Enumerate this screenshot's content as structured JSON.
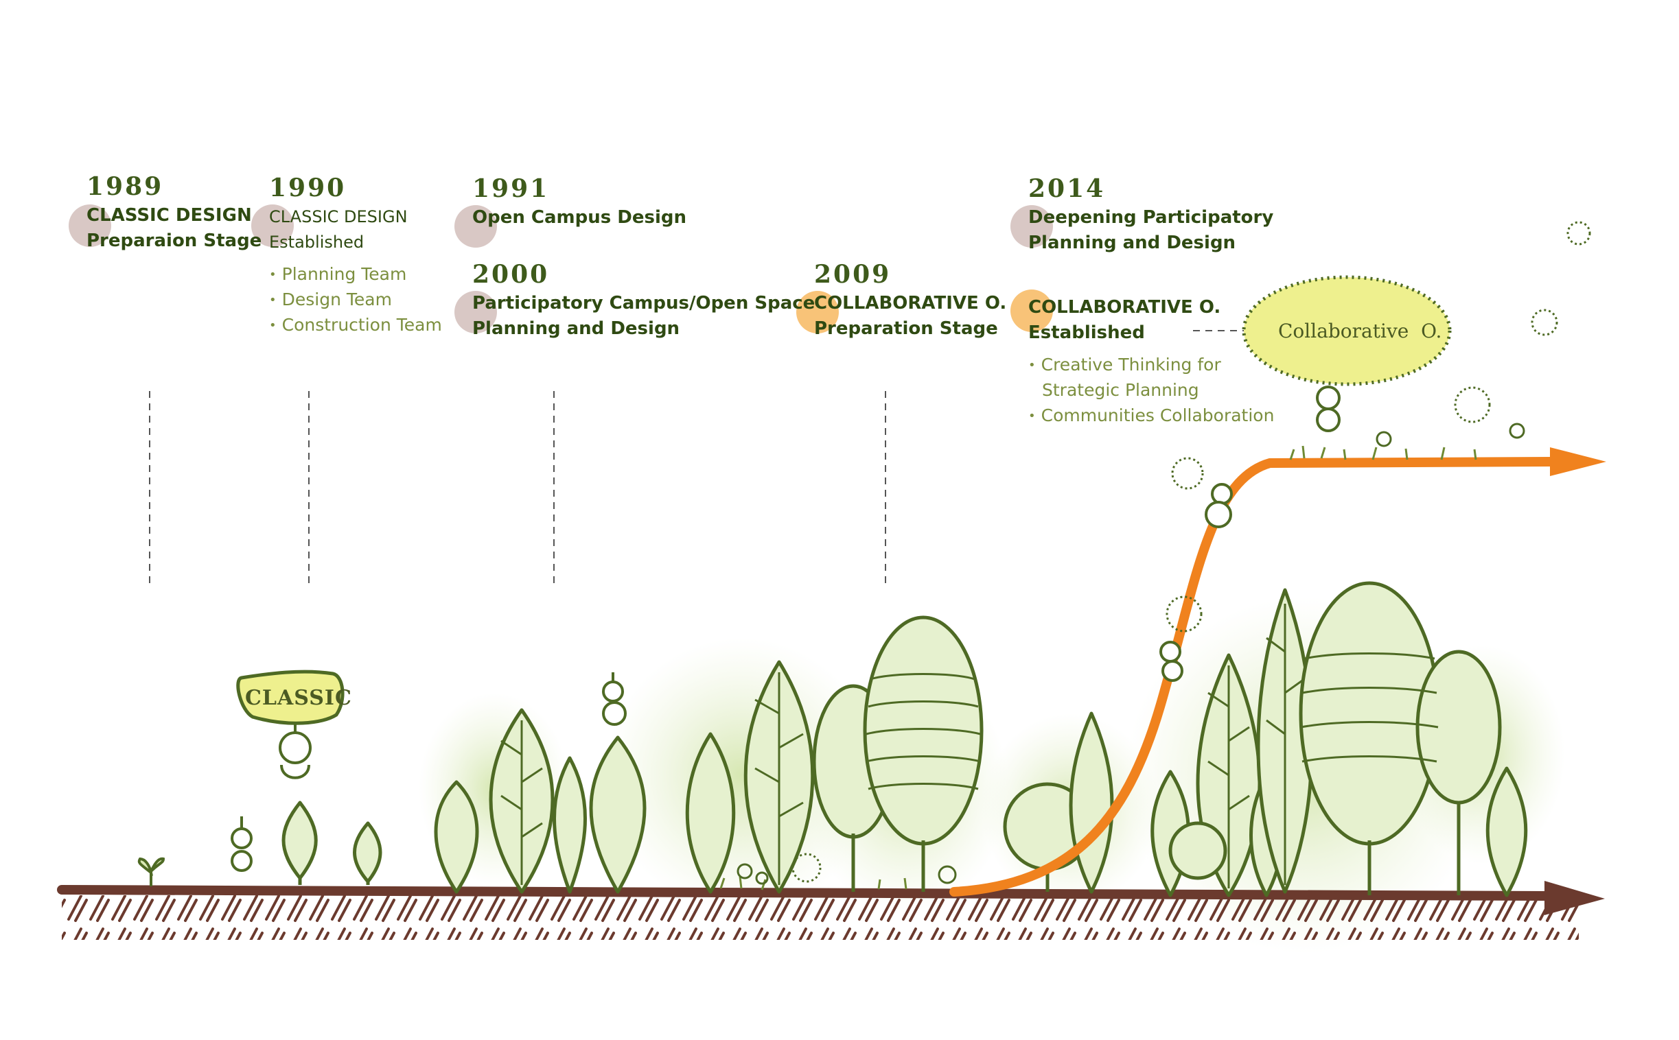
{
  "events": [
    {
      "year": "1989",
      "title_lines": [
        "CLASSIC DESIGN",
        "Preparaion Stage"
      ],
      "bullets": [],
      "dot": "#d9c8c5"
    },
    {
      "year": "1990",
      "title_lines": [
        "CLASSIC DESIGN",
        "Established"
      ],
      "bullets": [
        "Planning Team",
        "Design Team",
        "Construction Team"
      ],
      "dot": "#d9c8c5"
    },
    {
      "year": "1991",
      "title_lines": [
        "Open Campus Design"
      ],
      "bullets": [],
      "dot": "#d9c8c5"
    },
    {
      "year": "2000",
      "title_lines": [
        "Participatory Campus/Open Space",
        "Planning and Design"
      ],
      "bullets": [],
      "dot": "#d9c8c5"
    },
    {
      "year": "2009",
      "title_lines": [
        "COLLABORATIVE O.",
        "Preparation Stage"
      ],
      "bullets": [],
      "dot": "#f8c378"
    },
    {
      "year": "2014",
      "title_lines": [
        "Deepening Participatory",
        "Planning and Design"
      ],
      "bullets": [],
      "dot": "#d9c8c5"
    },
    {
      "year": "",
      "title_lines": [
        "COLLABORATIVE O.",
        "Established"
      ],
      "bullets": [
        "Creative Thinking for",
        "Strategic Planning",
        "Communities Collaboration"
      ],
      "dot": "#f8c378"
    }
  ],
  "badges": {
    "classic": "CLASSIC",
    "collaborative": "Collaborative  O."
  },
  "colors": {
    "year_text": "#3e5a1b",
    "title_text": "#2f4a12",
    "bullet_text": "#7c8f3f",
    "dot_gray": "#d9c8c5",
    "dot_orange": "#f8c378",
    "ground": "#6b3a2e",
    "growth_curve": "#f0821e",
    "tree_outline": "#4e6a24",
    "tree_fill": "#c9df9c",
    "badge_fill": "#eef08e"
  },
  "icons": [
    "seedling-icon",
    "tree-icon",
    "sprout-figure-icon",
    "dandelion-icon",
    "flower-icon"
  ]
}
